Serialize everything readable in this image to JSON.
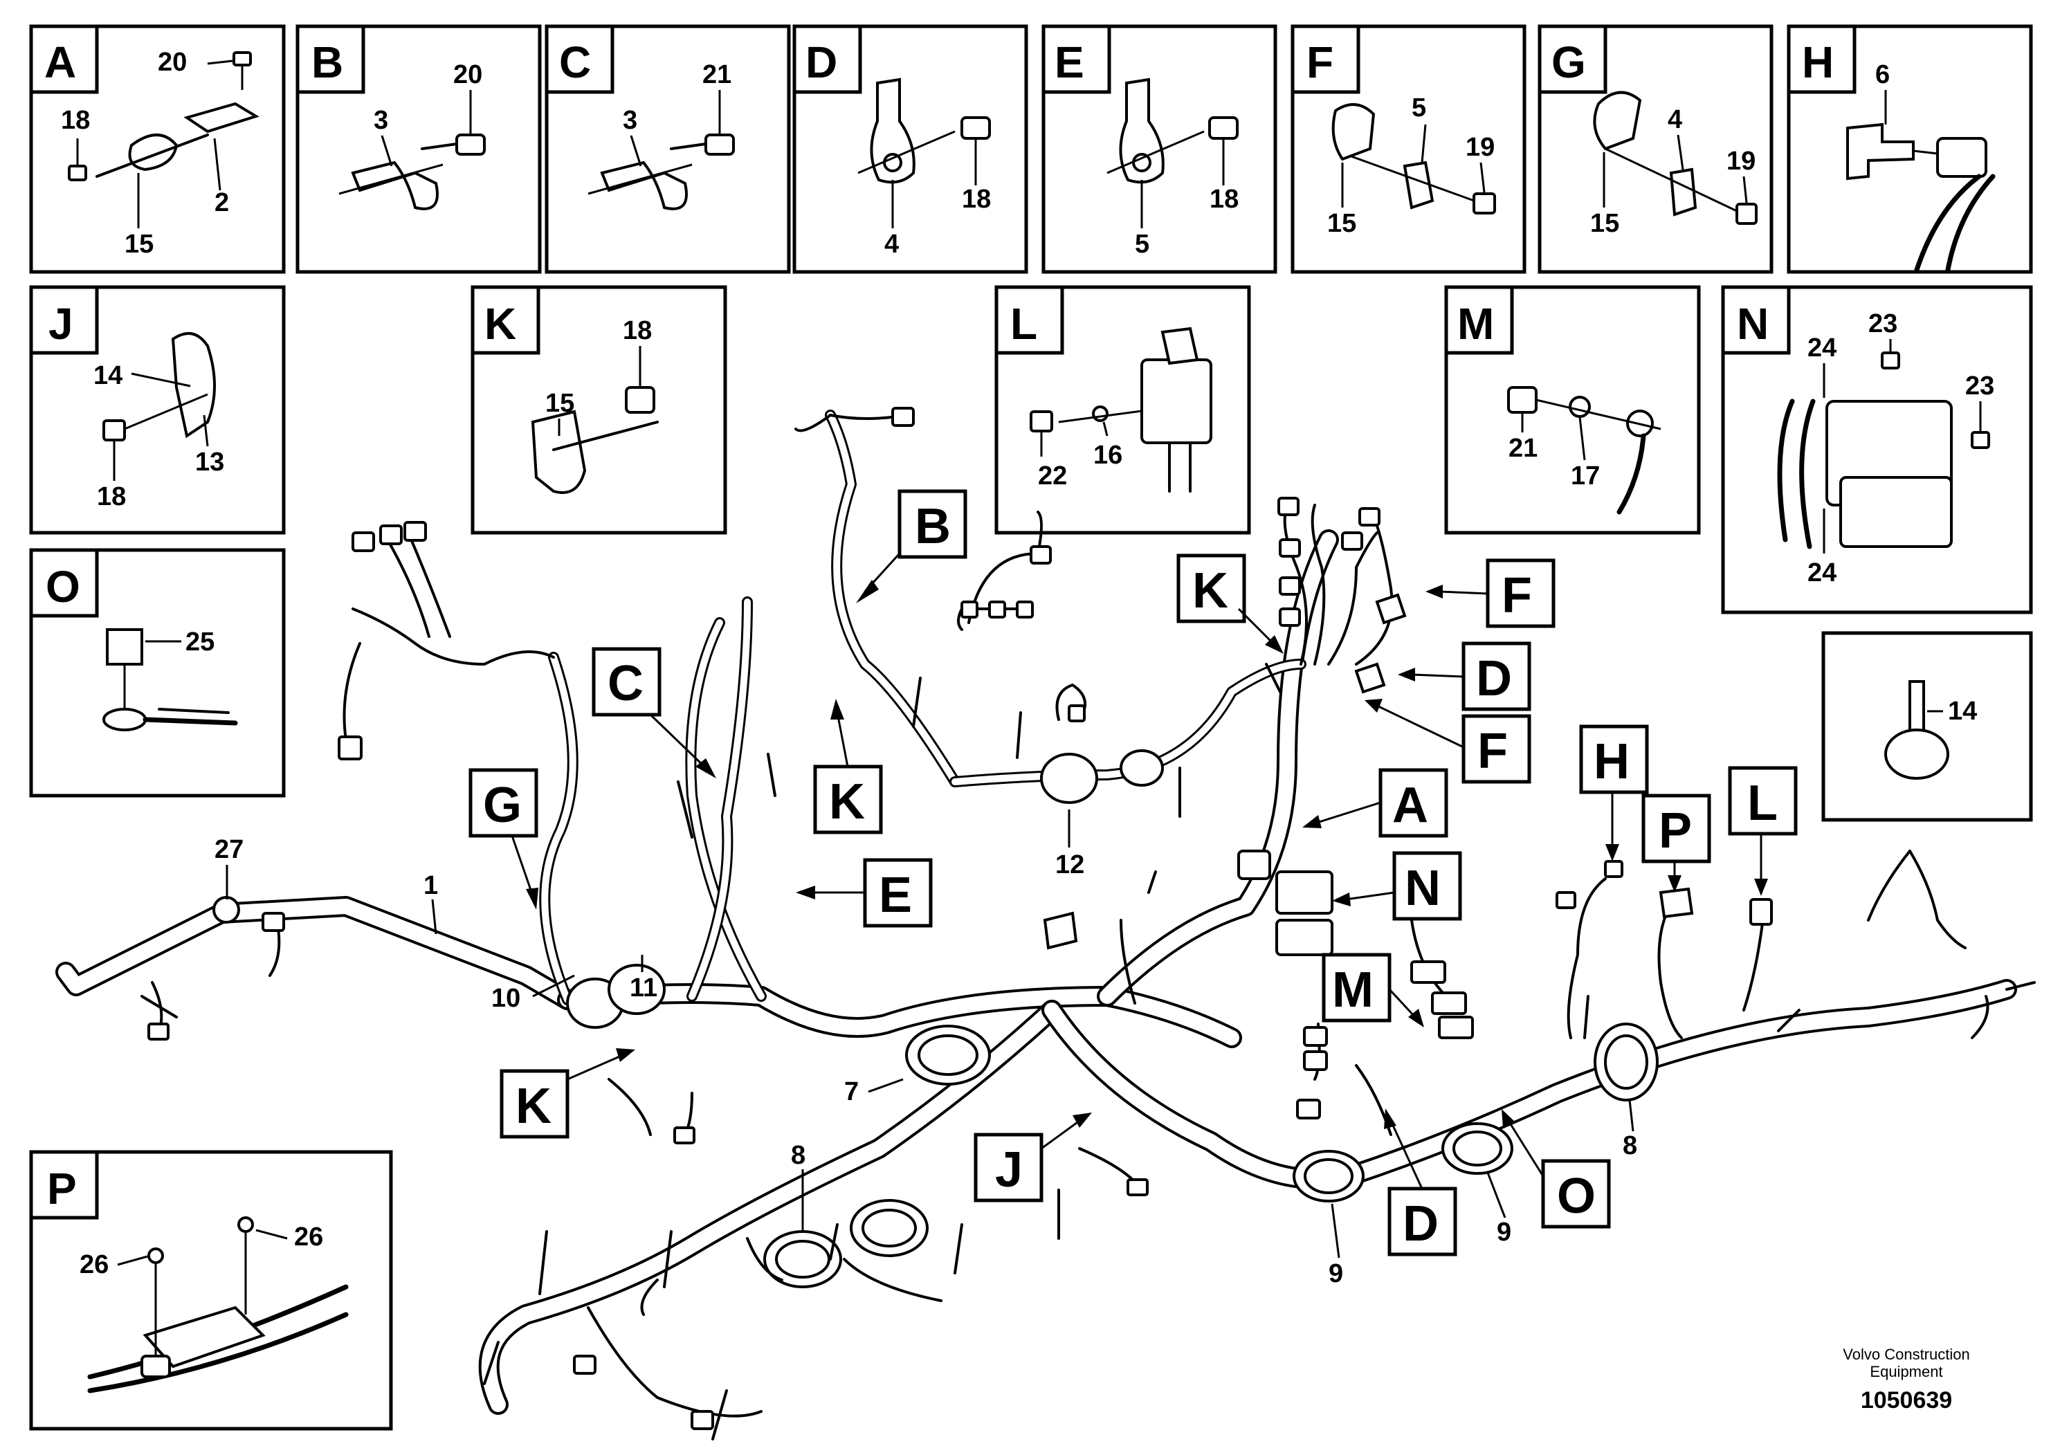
{
  "details": {
    "A": {
      "letter": "A",
      "labels": [
        "20",
        "18",
        "2",
        "15"
      ]
    },
    "B": {
      "letter": "B",
      "labels": [
        "20",
        "3"
      ]
    },
    "C": {
      "letter": "C",
      "labels": [
        "21",
        "3"
      ]
    },
    "D": {
      "letter": "D",
      "labels": [
        "18",
        "4"
      ]
    },
    "E": {
      "letter": "E",
      "labels": [
        "18",
        "5"
      ]
    },
    "F": {
      "letter": "F",
      "labels": [
        "5",
        "19",
        "15"
      ]
    },
    "G": {
      "letter": "G",
      "labels": [
        "4",
        "19",
        "15"
      ]
    },
    "H": {
      "letter": "H",
      "labels": [
        "6"
      ]
    },
    "J": {
      "letter": "J",
      "labels": [
        "14",
        "13",
        "18"
      ]
    },
    "K": {
      "letter": "K",
      "labels": [
        "18",
        "15"
      ]
    },
    "L": {
      "letter": "L",
      "labels": [
        "22",
        "16"
      ]
    },
    "M": {
      "letter": "M",
      "labels": [
        "21",
        "17"
      ]
    },
    "N": {
      "letter": "N",
      "labels": [
        "23",
        "24",
        "23",
        "24"
      ]
    },
    "O": {
      "letter": "O",
      "labels": [
        "25"
      ]
    },
    "P": {
      "letter": "P",
      "labels": [
        "26",
        "26"
      ]
    },
    "T14": {
      "letter": "",
      "labels": [
        "14"
      ]
    }
  },
  "main": {
    "part_numbers": [
      "27",
      "1",
      "10",
      "11",
      "7",
      "12",
      "8",
      "8",
      "9",
      "9"
    ],
    "callouts": [
      "B",
      "C",
      "G",
      "K",
      "K",
      "E",
      "A",
      "N",
      "K",
      "F",
      "D",
      "F",
      "H",
      "P",
      "L",
      "M",
      "J",
      "D",
      "O"
    ]
  },
  "footer": {
    "brand_line1": "Volvo Construction",
    "brand_line2": "Equipment",
    "drawing_id": "1050639"
  }
}
